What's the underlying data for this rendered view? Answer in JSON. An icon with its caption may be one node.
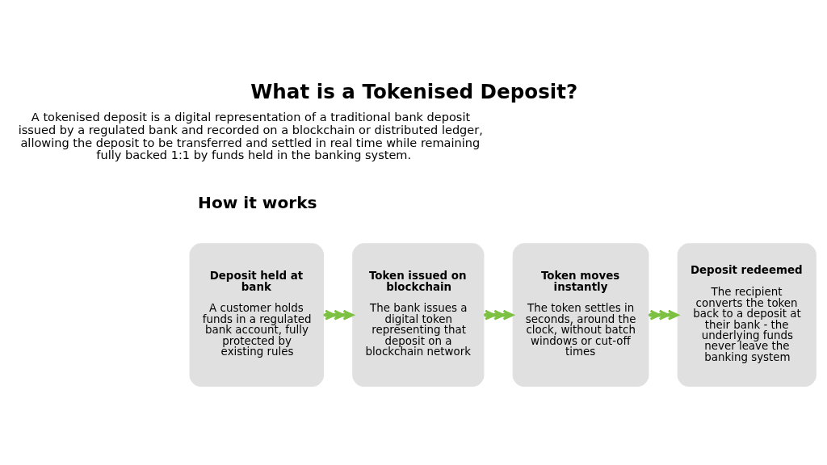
{
  "diagram": {
    "title": "What is a Tokenised Deposit?",
    "nodes": [
      {
        "text": [
          "Deposit held at bank",
          "A customer holds funds in a regulated bank account, fully protected by existing rules"
        ]
      },
      {
        "text": [
          "Token issued on blockchain",
          "The bank issues a digital token representing that deposit on a blockchain network"
        ]
      },
      {
        "text": [
          "Token moves instantly",
          "The token settles in seconds, around the clock, without batch windows or cut-off times"
        ]
      },
      {
        "text": [
          "Deposit redeemed",
          "The recipient converts the token back to a deposit at their bank - the underlying funds never leave the banking system"
        ]
      }
    ],
    "edges": [
      {
        "from": 0,
        "to": 1,
        "arrow": "to"
      },
      {
        "from": 1,
        "to": 2,
        "arrow": "to"
      },
      {
        "from": 2,
        "to": 3,
        "arrow": "to"
      }
    ],
    "labels": [
      "A tokenised deposit is a digital representation of a traditional bank deposit issued by a regulated bank and recorded on a blockchain or distributed ledger, allowing the deposit to be transferred and settled in real time while remaining fully backed 1:1 by funds held in the banking system.",
      "How it works"
    ]
  }
}
